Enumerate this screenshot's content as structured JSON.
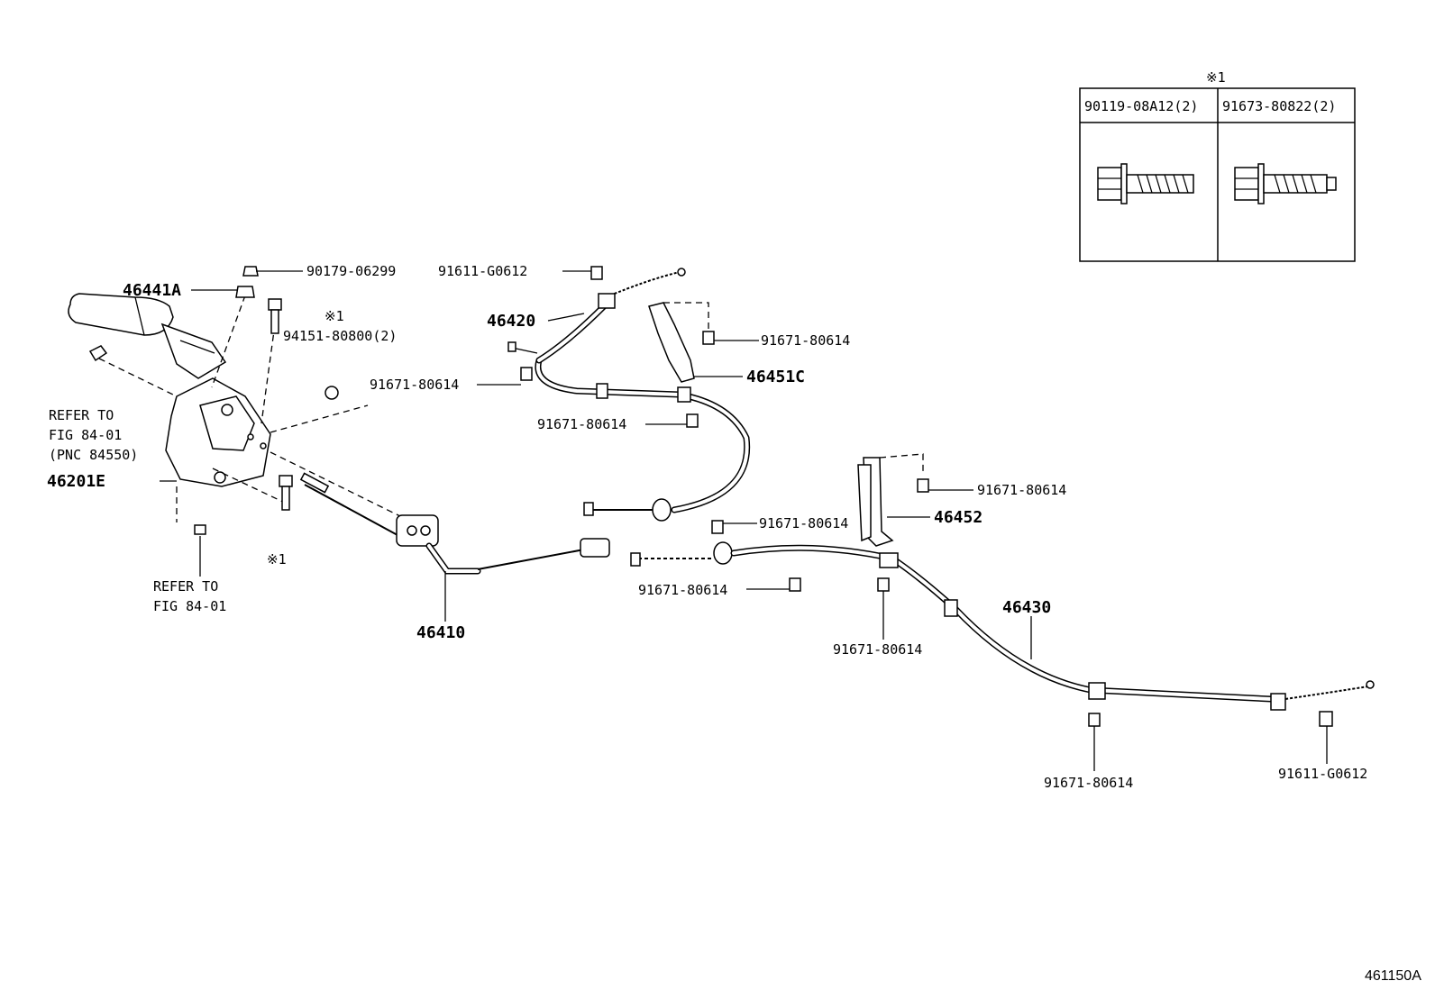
{
  "diagram_id": "461150A",
  "note_symbol": "※1",
  "inset_table": {
    "header_symbol": "※1",
    "columns": [
      {
        "part_number": "90119-08A12(2)"
      },
      {
        "part_number": "91673-80822(2)"
      }
    ]
  },
  "callouts": {
    "p90179": "90179-06299",
    "p46441a": "46441A",
    "p94151_note": "※1",
    "p94151": "94151-80800(2)",
    "refer1_line1": "REFER TO",
    "refer1_line2": "FIG 84-01",
    "refer1_line3": "(PNC 84550)",
    "p46201e": "46201E",
    "refer2_line1": "REFER TO",
    "refer2_line2": "FIG 84-01",
    "bolt_note": "※1",
    "p46410": "46410",
    "p91611_top": "91611-G0612",
    "p46420": "46420",
    "p91671_a": "91671-80614",
    "p91671_b": "91671-80614",
    "p91671_c": "91671-80614",
    "p46451c": "46451C",
    "p91671_d": "91671-80614",
    "p46452": "46452",
    "p91671_e": "91671-80614",
    "p91671_f": "91671-80614",
    "p91671_g": "91671-80614",
    "p46430": "46430",
    "p91671_h": "91671-80614",
    "p91611_bottom": "91611-G0612"
  }
}
